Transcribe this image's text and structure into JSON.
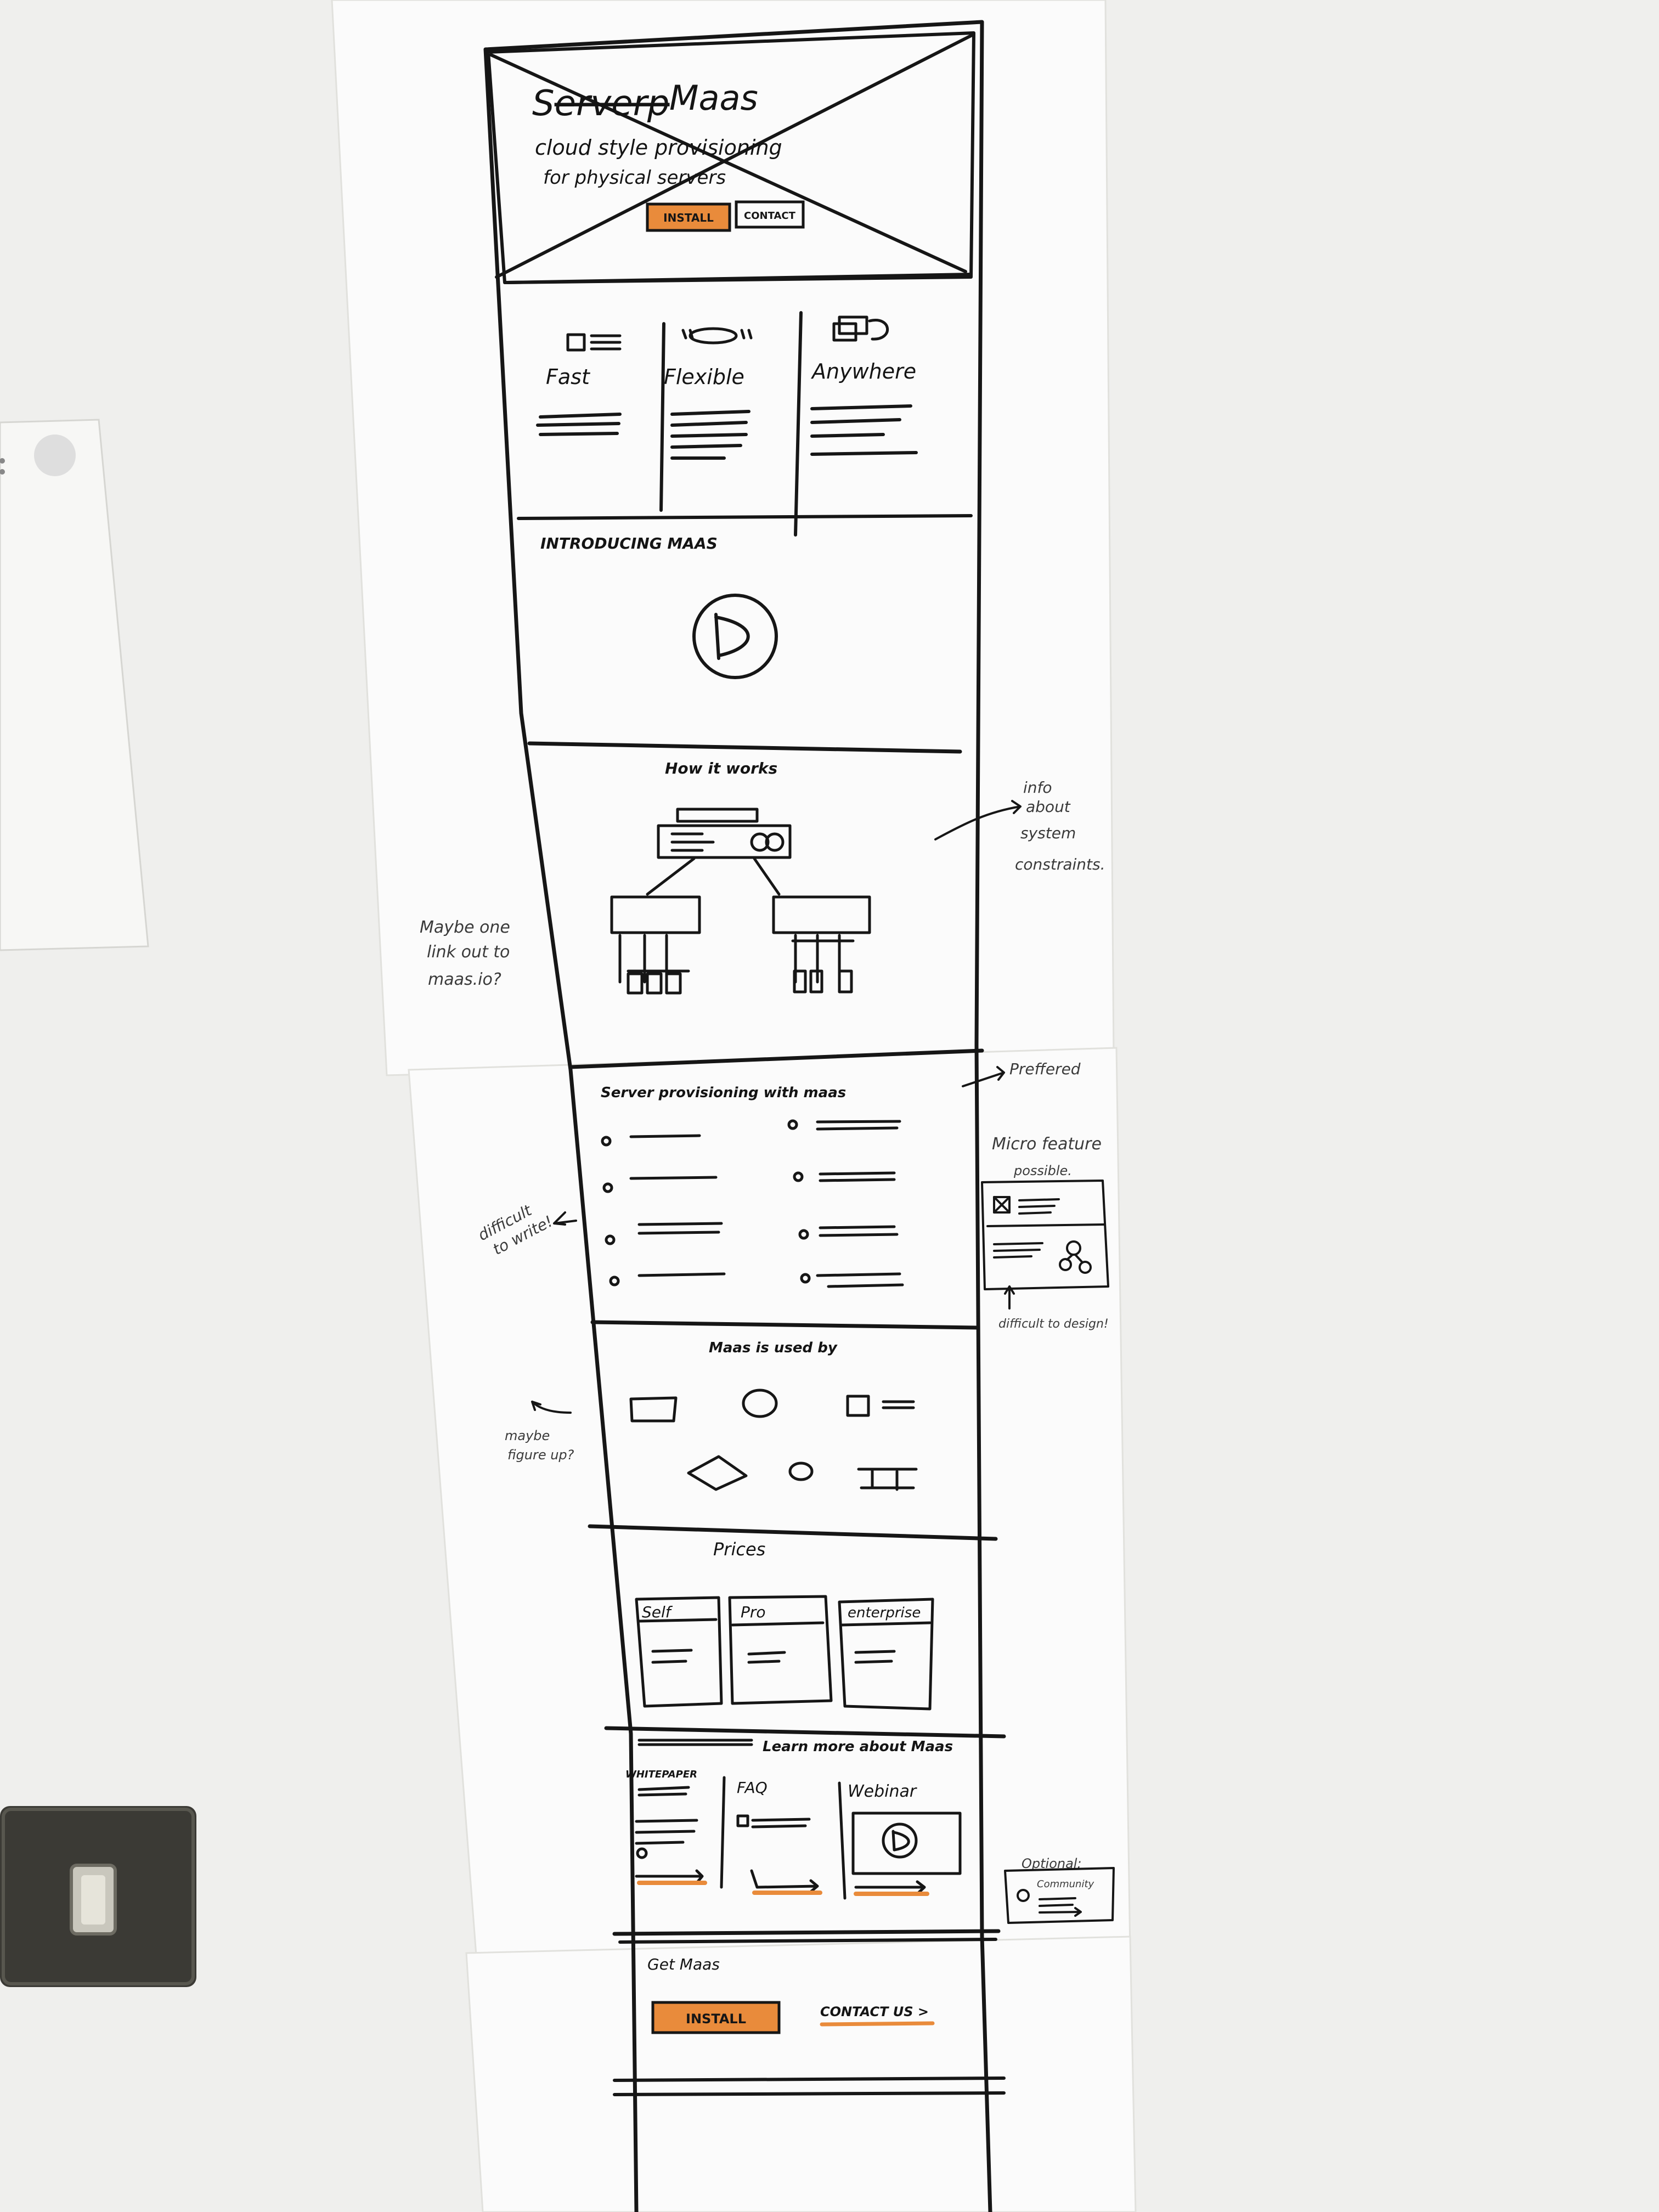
{
  "colors": {
    "wall": "#efefed",
    "paper": "#fbfbfb",
    "ink": "#161616",
    "accent": "#e98b3b",
    "switch_plate": "#3b3a35"
  },
  "hero": {
    "title": "Maas",
    "subtitle_line1": "cloud style provisioning",
    "subtitle_line2": "for physical servers",
    "install_button": "INSTALL",
    "contact_button": "CONTACT"
  },
  "features": [
    {
      "title": "Fast",
      "icon": "grid-list-icon"
    },
    {
      "title": "Flexible",
      "icon": "ellipse-quote-icon"
    },
    {
      "title": "Anywhere",
      "icon": "devices-icon"
    }
  ],
  "intro": {
    "title": "INTRODUCING MAAS",
    "icon": "play-icon"
  },
  "how_it_works": {
    "title": "How it works",
    "icon": "network-tree-icon"
  },
  "provisioning": {
    "title": "Server provisioning with maas",
    "bullet_count": 8
  },
  "used_by": {
    "title": "Maas is used by",
    "icon": "logo-shapes-icon"
  },
  "prices": {
    "title": "Prices",
    "tiers": [
      "Self",
      "Pro",
      "enterprise"
    ]
  },
  "learn_more": {
    "title": "Learn more about Maas",
    "columns": [
      "WHITEPAPER",
      "FAQ",
      "Webinar"
    ]
  },
  "get_maas": {
    "title": "Get Maas",
    "install_button": "INSTALL",
    "contact_link": "CONTACT US >"
  },
  "annotations": {
    "info_line1": "info",
    "info_line2": "about",
    "info_line3": "system",
    "info_line4": "constraints.",
    "maybe_line1": "Maybe one",
    "maybe_line2": "link out to",
    "maybe_line3": "maas.io?",
    "preferred": "Preffered",
    "micro_line1": "Micro feature",
    "micro_line2": "possible.",
    "difficult_design": "difficult to design!",
    "difficult_write_line1": "difficult",
    "difficult_write_line2": "to write!",
    "figure_line1": "maybe",
    "figure_line2": "figure up?",
    "optional": "Optional:",
    "community": "Community"
  }
}
